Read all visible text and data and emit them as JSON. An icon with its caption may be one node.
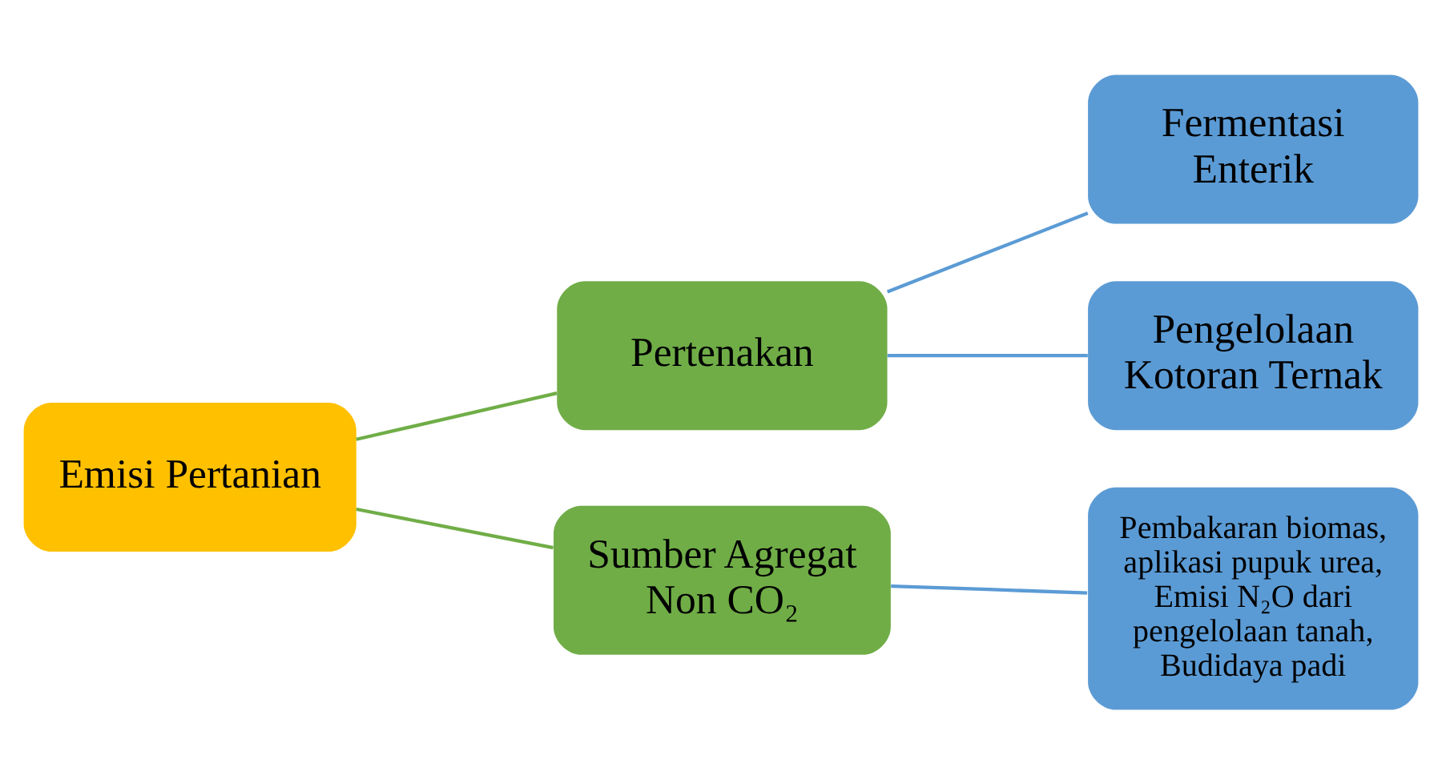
{
  "diagram": {
    "nodes": [
      {
        "text": [
          "Emisi Pertanian"
        ]
      },
      {
        "text": [
          "Pertenakan"
        ]
      },
      {
        "text": [
          "Sumber Agregat Non CO₂"
        ]
      },
      {
        "text": [
          "Fermentasi Enterik"
        ]
      },
      {
        "text": [
          "Pengelolaan Kotoran Ternak"
        ]
      },
      {
        "text": [
          "Pembakaran biomas, aplikasi pupuk urea, Emisi N₂O dari pengelolaan tanah, Budidaya padi"
        ]
      }
    ],
    "edges": [
      {
        "from": 0,
        "to": 1,
        "arrow": "none",
        "color": "#70ad47"
      },
      {
        "from": 0,
        "to": 2,
        "arrow": "none",
        "color": "#70ad47"
      },
      {
        "from": 1,
        "to": 3,
        "arrow": "none"
      },
      {
        "from": 1,
        "to": 4,
        "arrow": "none"
      },
      {
        "from": 2,
        "to": 5,
        "arrow": "none"
      }
    ]
  }
}
